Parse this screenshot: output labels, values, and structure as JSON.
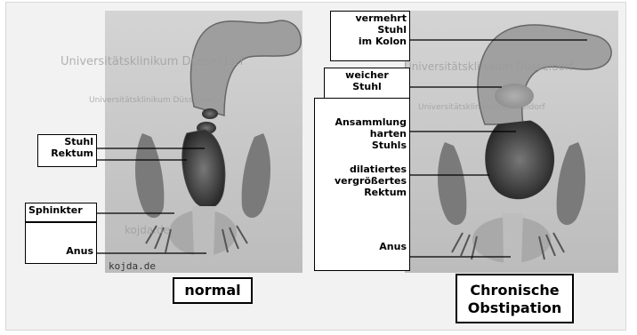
{
  "left_panel": {
    "labels": {
      "stuhl_rektum": [
        "Stuhl",
        "Rektum"
      ],
      "sphinkter": "Sphinkter",
      "anus": "Anus"
    },
    "caption": "normal",
    "credit": "kojda.de"
  },
  "right_panel": {
    "labels": {
      "vermehrt": [
        "vermehrt",
        "Stuhl",
        "im Kolon"
      ],
      "weicher": [
        "weicher",
        "Stuhl"
      ],
      "ansammlung": [
        "Ansammlung",
        "harten",
        "Stuhls"
      ],
      "dilatiertes": [
        "dilatiertes",
        "vergrößertes",
        "Rektum"
      ],
      "anus": "Anus"
    },
    "caption": [
      "Chronische",
      "Obstipation"
    ]
  },
  "watermarks": [
    "Universitätsklinikum Düsseldorf",
    "Universitätsklinikum Düsseldorf",
    "Universitätsklinikum Düsseldorf",
    "Universitätsklinikum Düsseldorf",
    "kojda.de"
  ],
  "colors": {
    "background": "#f2f2f2",
    "tissue": "#c8c8c8",
    "stool": "#3a3a3a",
    "label_border": "#000000"
  }
}
